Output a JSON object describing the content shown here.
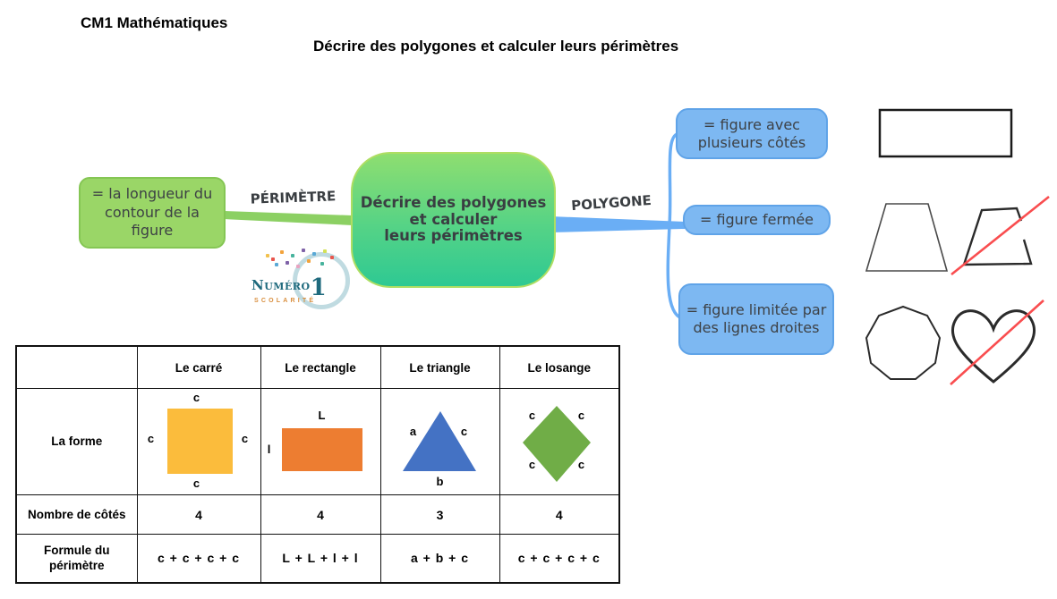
{
  "header": {
    "course": "CM1 Mathématiques",
    "title": "Décrire des polygones et calculer leurs périmètres"
  },
  "mindmap": {
    "center": {
      "line1": "Décrire des polygones",
      "line2": "et calculer",
      "line3": "leurs périmètres"
    },
    "left": {
      "branch_label": "PÉRIMÈTRE",
      "definition": "= la longueur du contour de la figure"
    },
    "right": {
      "branch_label": "POLYGONE",
      "definitions": [
        "= figure avec plusieurs côtés",
        "= figure fermée",
        "= figure limitée par des lignes droites"
      ]
    },
    "colors": {
      "green_box": "#9AD667",
      "node_top": "#8EDE70",
      "node_bottom": "#2EC993",
      "branch_green": "#8CD063",
      "blue_box": "#7DB8F2",
      "branch_blue": "#6AAEF5",
      "strike_red": "#F94D4F"
    }
  },
  "logo": {
    "brand": "Numéro",
    "brand_number": "1",
    "subtitle": "SCOLARITÉ"
  },
  "examples": {
    "shapes": [
      "blank-rectangle",
      "trapezoid",
      "open-trapezoid-crossed",
      "nonagon",
      "heart-crossed"
    ]
  },
  "table": {
    "col_headers": [
      "",
      "Le carré",
      "Le rectangle",
      "Le triangle",
      "Le losange"
    ],
    "row_headers": [
      "La forme",
      "Nombre de côtés",
      "Formule du périmètre"
    ],
    "sides": [
      "4",
      "4",
      "3",
      "4"
    ],
    "formulas": [
      "c + c + c + c",
      "L + L + l + l",
      "a + b + c",
      "c + c + c + c"
    ],
    "labels": {
      "square": {
        "top": "c",
        "left": "c",
        "right": "c",
        "bottom": "c"
      },
      "rectangle": {
        "top": "L",
        "left": "l"
      },
      "triangle": {
        "left": "a",
        "right": "c",
        "bottom": "b"
      },
      "losange": {
        "top_left": "c",
        "top_right": "c",
        "bottom_left": "c",
        "bottom_right": "c"
      }
    },
    "shape_colors": {
      "square": "#FBBC3C",
      "rectangle": "#ED7D31",
      "triangle": "#4472C4",
      "losange": "#70AD47"
    }
  }
}
